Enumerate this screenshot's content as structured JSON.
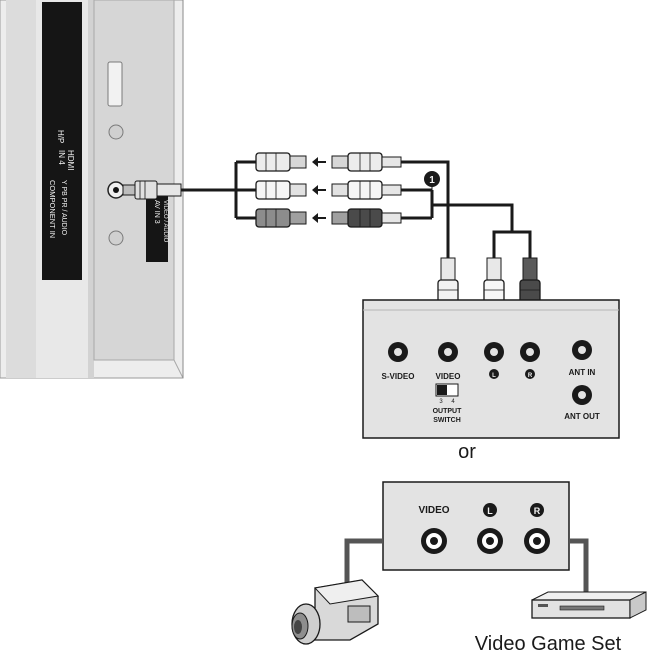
{
  "tv_panel": {
    "hdmi_label": "HDMI\nIN 4",
    "headphone_label": "H/P",
    "component_label": "COMPONENT IN",
    "component_sub": "Y PB PR / AUDIO",
    "av_label": "AV IN 3",
    "av_sub": "VIDEO / AUDIO"
  },
  "callout": {
    "number": "1"
  },
  "vcr_panel": {
    "svideo_label": "S-VIDEO",
    "video_label": "VIDEO",
    "left_badge": "L",
    "right_badge": "R",
    "ant_in_label": "ANT IN",
    "ant_out_label": "ANT OUT",
    "switch_3": "3",
    "switch_4": "4",
    "output_switch_1": "OUTPUT",
    "output_switch_2": "SWITCH"
  },
  "separator": {
    "or": "or"
  },
  "game_panel": {
    "video_label": "VIDEO",
    "left_badge": "L",
    "right_badge": "R"
  },
  "devices": {
    "game_caption": "Video Game Set"
  },
  "colors": {
    "outline": "#1a1a1a",
    "panel_gray": "#e3e3e3",
    "cable_white": "#f4f4f4",
    "cable_mid": "#c8c8c8",
    "cable_dark": "#4a4a4a"
  }
}
